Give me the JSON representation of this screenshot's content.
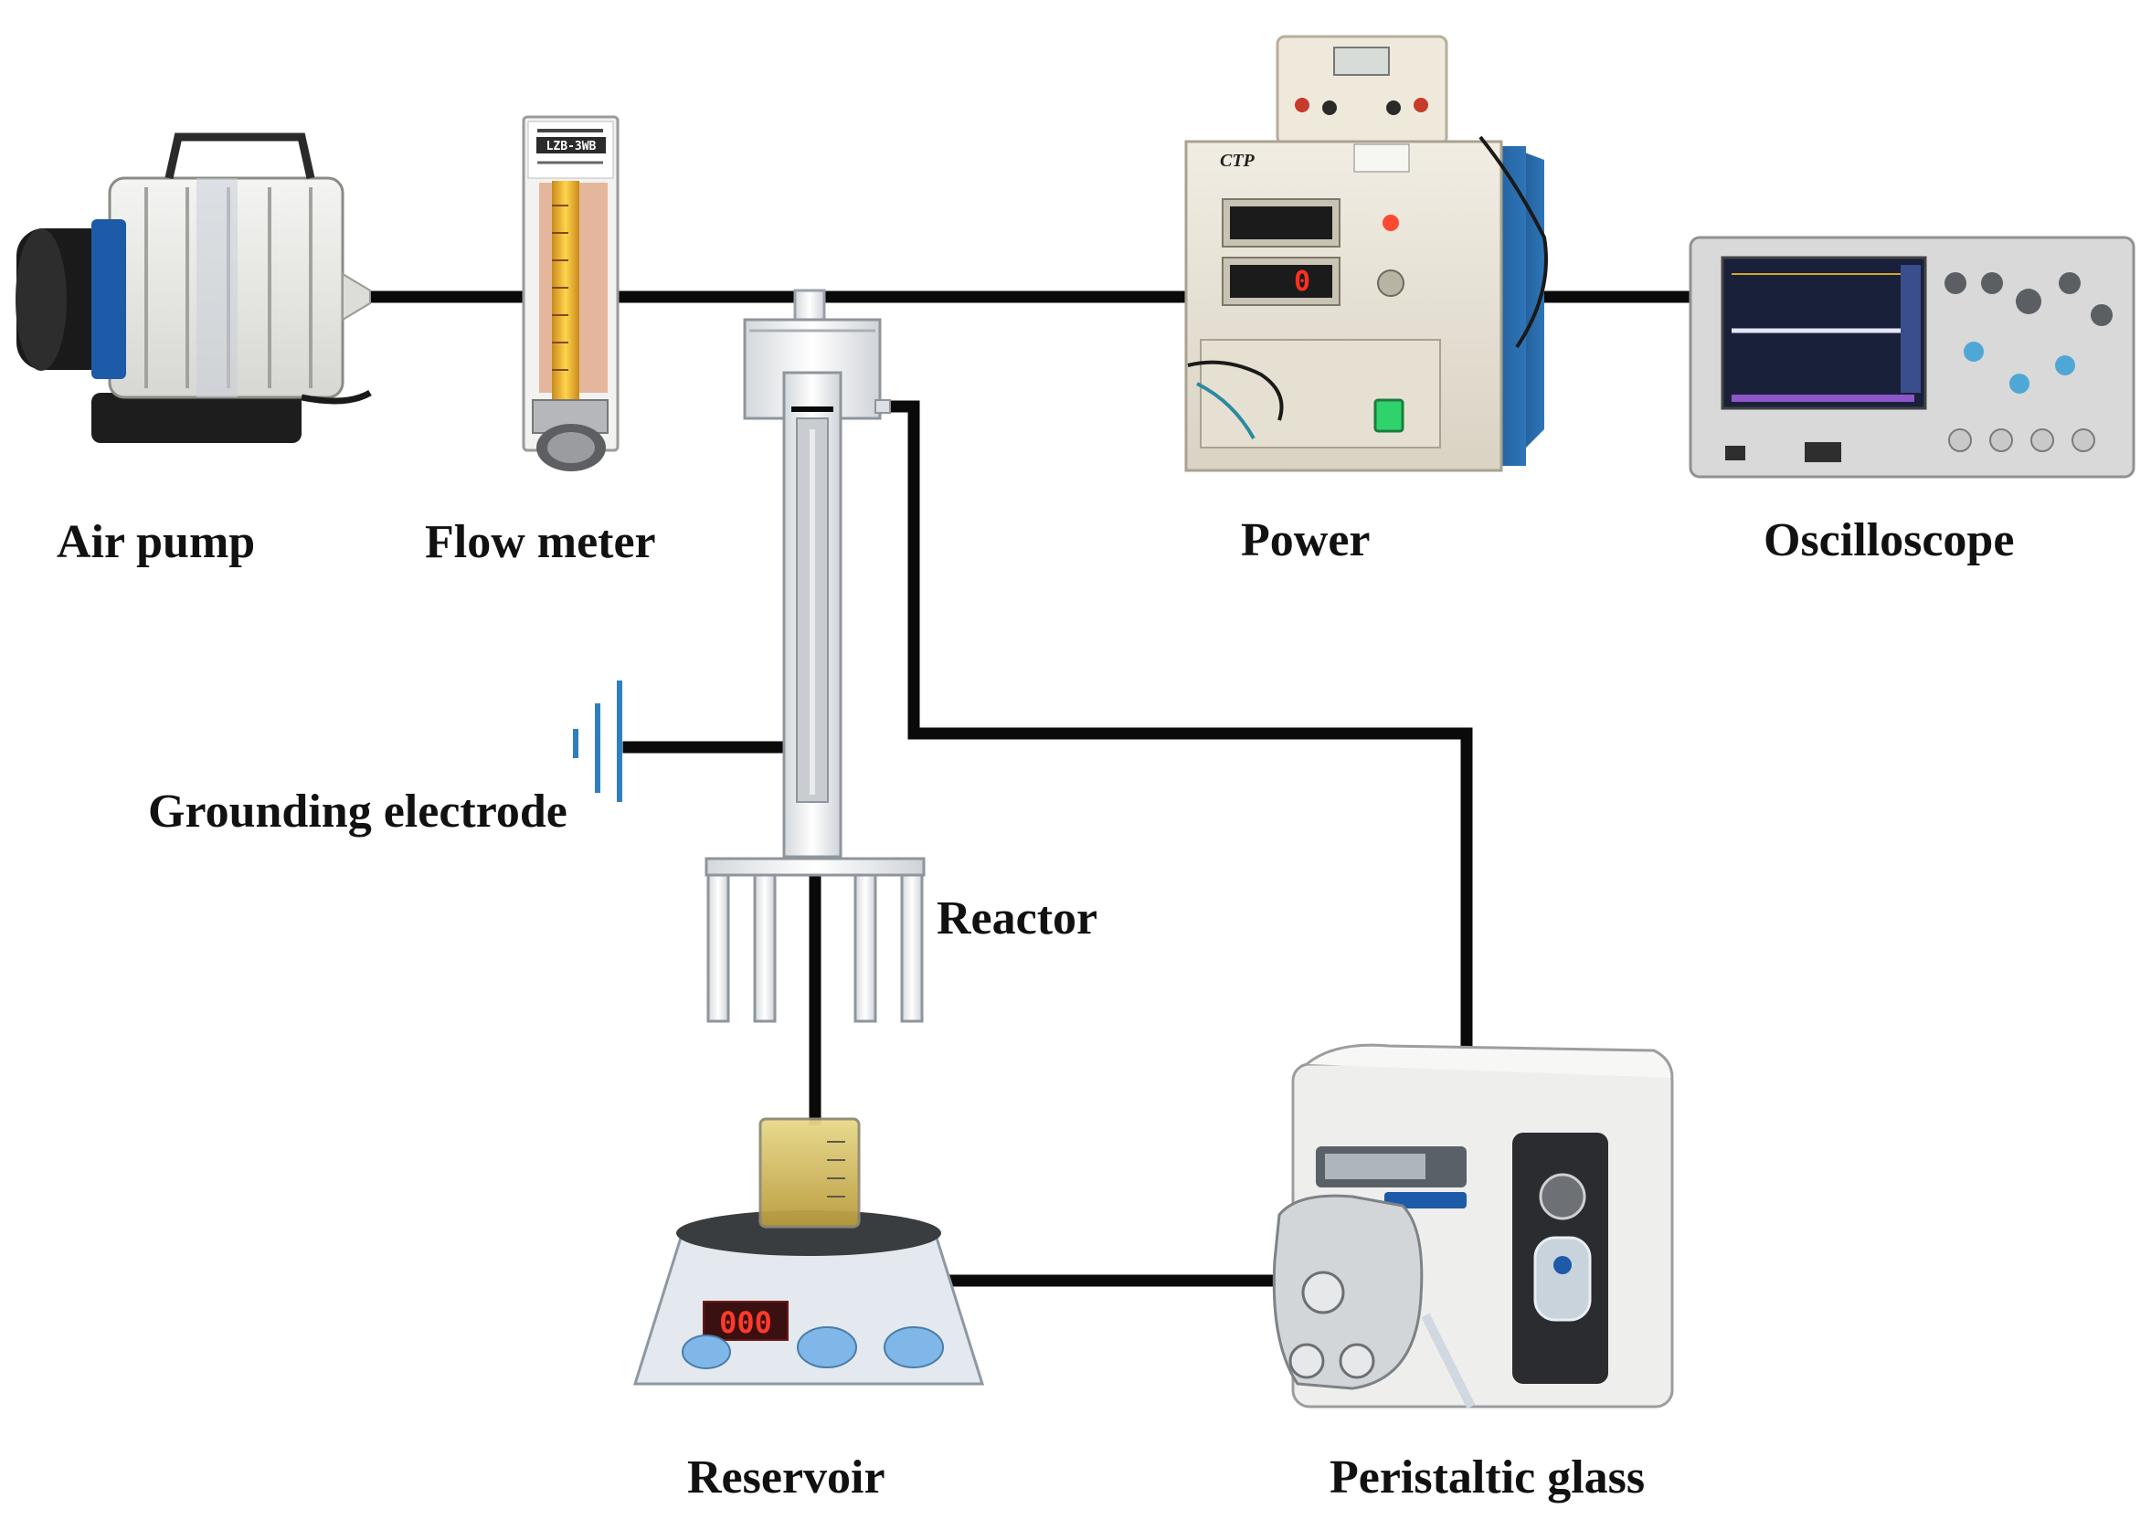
{
  "labels": {
    "air_pump": "Air pump",
    "flow_meter": "Flow meter",
    "power": "Power",
    "oscilloscope": "Oscilloscope",
    "grounding_electrode": "Grounding electrode",
    "reactor": "Reactor",
    "reservoir": "Reservoir",
    "peristaltic": "Peristaltic glass"
  },
  "device_text": {
    "flow_meter_model": "LZB-3WB",
    "power_brand": "CTP",
    "power_display": "0",
    "stirrer_display": "000"
  },
  "colors": {
    "wire": "#0a0a0a",
    "ground_symbol": "#2f7fc0",
    "display_red": "#ff3020",
    "power_cabinet_blue": "#1f5e9e",
    "stirrer_knob_blue": "#7fb8e8"
  }
}
